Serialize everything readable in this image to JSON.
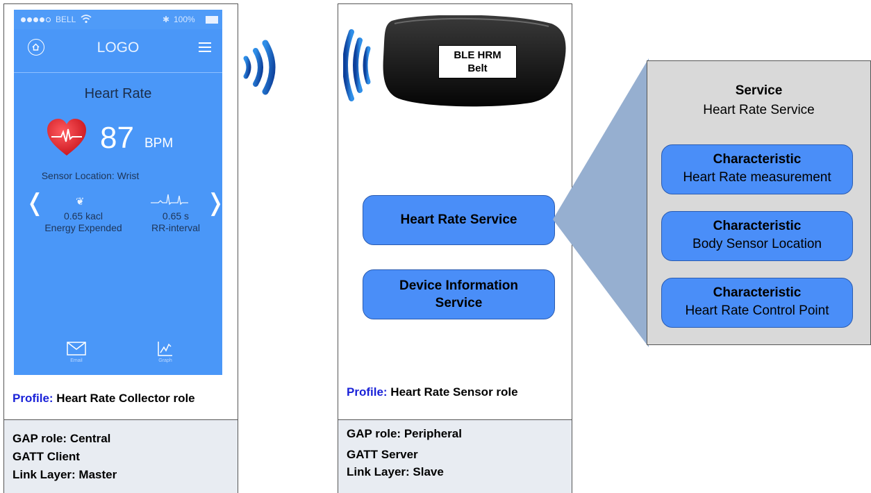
{
  "phone": {
    "carrier": "BELL",
    "battery": "100%",
    "logo": "LOGO",
    "title": "Heart Rate",
    "bpm_value": "87",
    "bpm_unit": "BPM",
    "sensor_location": "Sensor Location: Wrist",
    "energy_value": "0.65 kacl",
    "energy_label": "Energy Expended",
    "rr_value": "0.65 s",
    "rr_label": "RR-interval",
    "nav_email": "Email",
    "nav_graph": "Graph"
  },
  "collector": {
    "profile_key": "Profile:",
    "profile_value": "Heart Rate Collector role",
    "gap_role": "GAP role: Central",
    "gatt": "GATT Client",
    "link_layer": "Link Layer: Master"
  },
  "sensor": {
    "device_line1": "BLE HRM",
    "device_line2": "Belt",
    "service_hr": "Heart Rate Service",
    "service_dev_line1": "Device Information",
    "service_dev_line2": "Service",
    "profile_key": "Profile:",
    "profile_value": "Heart Rate Sensor role",
    "gap_role": "GAP role: Peripheral",
    "gatt": "GATT Server",
    "link_layer": "Link Layer: Slave"
  },
  "service_detail": {
    "title": "Service",
    "subtitle": "Heart Rate Service",
    "characteristics": [
      {
        "kind": "Characteristic",
        "name": "Heart Rate measurement"
      },
      {
        "kind": "Characteristic",
        "name": "Body Sensor Location"
      },
      {
        "kind": "Characteristic",
        "name": "Heart Rate Control Point"
      }
    ]
  },
  "colors": {
    "phone_screen": "#4a97f8",
    "service_box": "#4a8ef8",
    "profile_key": "#1a22d8",
    "role_panel": "#e8ecf2",
    "detail_panel": "#d9d9d9",
    "heart": "#e8202a"
  }
}
